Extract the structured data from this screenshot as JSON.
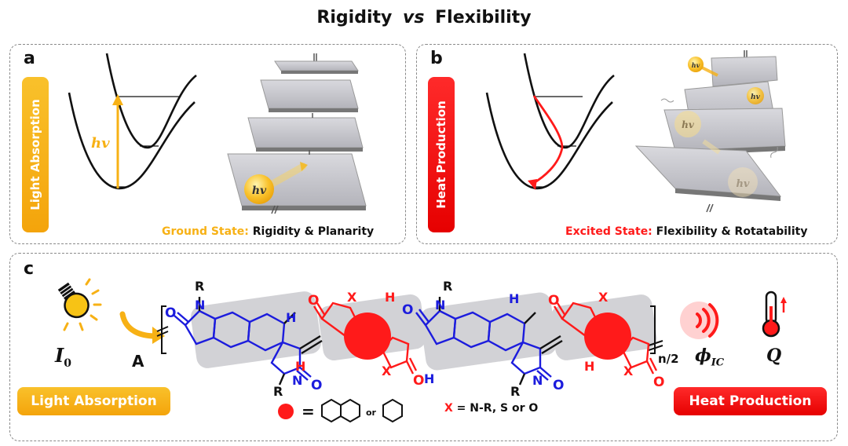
{
  "title": {
    "part1": "Rigidity",
    "part2": "vs",
    "part3": "Flexibility"
  },
  "panel_a": {
    "label": "a",
    "badge": "Light Absorption",
    "energy_label": "hv",
    "photon_label": "hv",
    "caption_state": "Ground State:",
    "caption_desc": "Rigidity & Planarity"
  },
  "panel_b": {
    "label": "b",
    "badge": "Heat Production",
    "photon_labels": [
      "hv",
      "hv",
      "hv",
      "hv"
    ],
    "caption_state": "Excited State:",
    "caption_desc": "Flexibility & Rotatability"
  },
  "panel_c": {
    "label": "c",
    "left_badge": "Light Absorption",
    "right_badge": "Heat Production",
    "intensity_label": "I",
    "intensity_sub": "0",
    "absorb_label": "A",
    "phi_label": "ϕ",
    "phi_sub": "IC",
    "heat_label": "Q",
    "repeat_label": "n/2",
    "legend_or": "or",
    "legend_eq": "=",
    "legend_x_label": "X",
    "legend_x_desc": "= N-R, S or O",
    "atoms": {
      "R": "R",
      "N": "N",
      "O": "O",
      "H": "H",
      "X": "X"
    }
  },
  "colors": {
    "yellow": "#f7b115",
    "red": "#ff1a1a",
    "blue": "#1c1cdd",
    "black": "#111111"
  }
}
